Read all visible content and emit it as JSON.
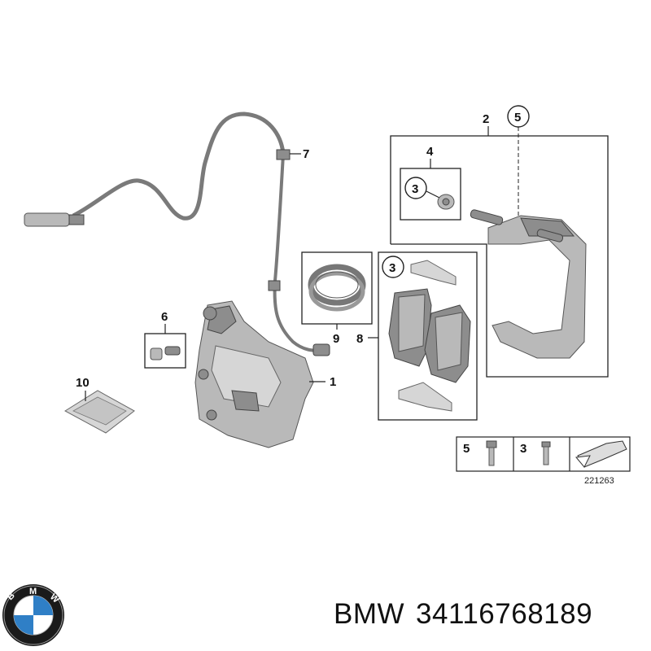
{
  "diagram": {
    "callouts": {
      "p1": "1",
      "p2": "2",
      "p3a": "3",
      "p3b": "3",
      "p4": "4",
      "p5": "5",
      "p6": "6",
      "p7": "7",
      "p8": "8",
      "p9": "9",
      "p10": "10"
    },
    "legend": {
      "item_a": "5",
      "item_b": "3"
    },
    "reference_number": "221263"
  },
  "caption": {
    "brand": "BMW",
    "part_number": "34116768189"
  },
  "logo": {
    "text": "BMW",
    "colors": {
      "blue": "#2f7fc6",
      "white": "#ffffff",
      "ring": "#1a1a1a"
    }
  }
}
